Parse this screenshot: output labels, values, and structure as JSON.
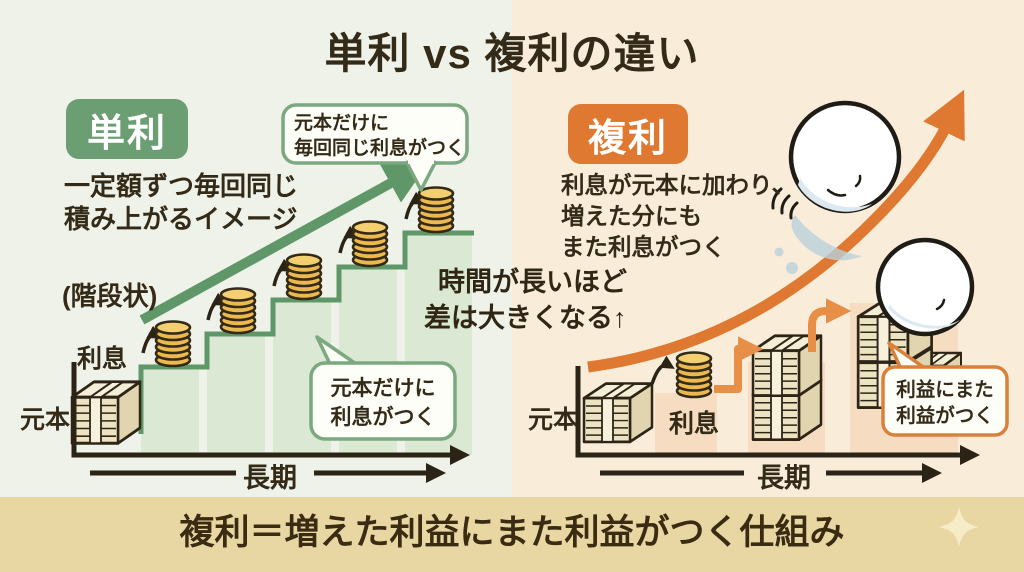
{
  "title": "単利 vs 複利の違い",
  "left_panel": {
    "badge": "単利",
    "description": {
      "line1": "一定額ずつ毎回同じ",
      "line2": "積み上がるイメージ"
    },
    "stair_note": "(階段状)",
    "labels": {
      "interest": "利息",
      "principal": "元本",
      "x_axis": "長期"
    },
    "bubble_top": {
      "line1": "元本だけに",
      "line2": "毎回同じ利息がつく"
    },
    "bubble_bottom": {
      "line1": "元本だけに",
      "line2": "利息がつく"
    },
    "colors": {
      "accent": "#6b9e72",
      "arrow": "#5f9768",
      "step_fill": "#dbe9d4",
      "background": "#eef2e8"
    }
  },
  "center_note": {
    "line1": "時間が長いほど",
    "line2": "差は大きくなる↑"
  },
  "right_panel": {
    "badge": "複利",
    "description": {
      "line1": "利息が元本に加わり、",
      "line2": "増えた分にも",
      "line3": "また利息がつく"
    },
    "labels": {
      "interest": "利息",
      "principal": "元本",
      "x_axis": "長期"
    },
    "bubble": {
      "line1": "利益にまた",
      "line2": "利益がつく"
    },
    "colors": {
      "accent": "#df7830",
      "bar_fill": "#f6ddc1",
      "background": "#f9edda"
    }
  },
  "footer": {
    "text": "複利＝増えた利益にまた利益がつく仕組み"
  },
  "colors": {
    "text_dark": "#342a18",
    "axis": "#2b2315",
    "banner_bg": "#e9d7a3",
    "coin": "#ecb94f",
    "bill": "#efe7c9"
  }
}
